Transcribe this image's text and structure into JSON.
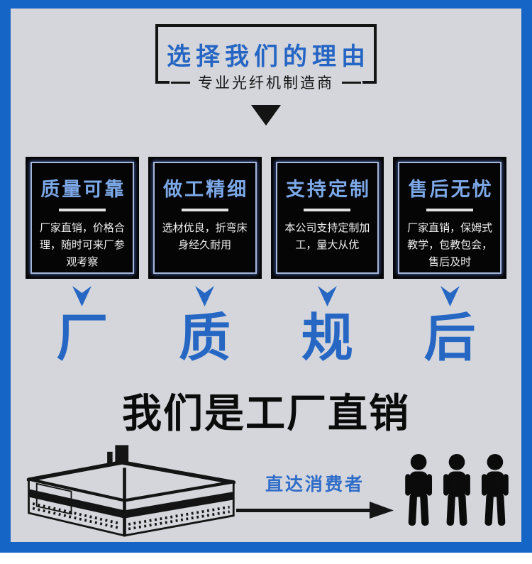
{
  "header": {
    "title": "选择我们的理由",
    "subtitle": "专业光纤机制造商"
  },
  "features": [
    {
      "title": "质量可靠",
      "desc": "厂家直销，价格合理，随时可来厂参观考察",
      "keyword": "厂"
    },
    {
      "title": "做工精细",
      "desc": "选材优良，折弯床身经久耐用",
      "keyword": "质"
    },
    {
      "title": "支持定制",
      "desc": "本公司支持定制加工，量大从优",
      "keyword": "规"
    },
    {
      "title": "售后无忧",
      "desc": "厂家直销，保姆式教学，包教包会，售后及时",
      "keyword": "后"
    }
  ],
  "banner": {
    "title": "我们是工厂直销",
    "arrow_label": "直达消费者"
  },
  "colors": {
    "frame_blue": "#1565c6",
    "accent_blue": "#2667c4",
    "card_title_blue": "#7ca8e8",
    "content_bg": "#d4d6db",
    "card_bg": "#050505",
    "ink": "#141414"
  }
}
